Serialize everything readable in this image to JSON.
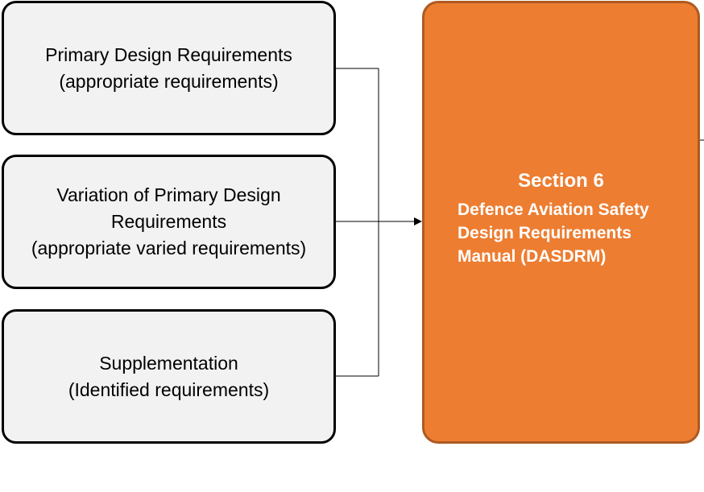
{
  "boxes": {
    "primary": {
      "title": "Primary Design Requirements",
      "subtitle": "(appropriate requirements)"
    },
    "variation": {
      "title": "Variation of Primary Design Requirements",
      "subtitle": "(appropriate varied requirements)"
    },
    "supplementation": {
      "title": "Supplementation",
      "subtitle": "(Identified requirements)"
    }
  },
  "target": {
    "heading": "Section 6",
    "body": "Defence Aviation Safety Design Requirements Manual (DASDRM)"
  },
  "colors": {
    "source_box_fill": "#f2f2f2",
    "source_box_border": "#000000",
    "target_fill": "#ed7d31",
    "target_border": "#ae5a21",
    "target_text": "#ffffff",
    "connector": "#000000"
  }
}
